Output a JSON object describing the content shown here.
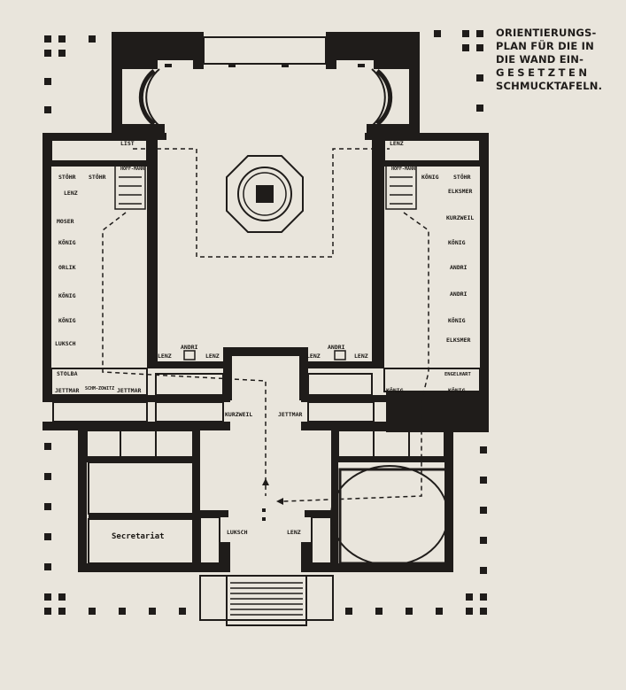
{
  "caption": {
    "lines": [
      "ORIENTIERUNGS-",
      "PLAN FÜR DIE IN",
      "DIE WAND EIN-",
      "GESETZTEN",
      "SCHMUCKTAFELN."
    ]
  },
  "rooms": {
    "secretariat": "Secretariat"
  },
  "plaques": {
    "top_left_lenz": "LIST",
    "top_right_lenz": "LENZ",
    "left_top_stoehr_1": "STÖHR",
    "left_top_stoehr_2": "STÖHR",
    "left_stair_hoffmann": "HOFF-MANN",
    "right_stair_hoffmann": "HOFF-MANN",
    "left_col": [
      "LENZ",
      "MOSER",
      "KÖNIG",
      "ORLIK",
      "KÖNIG",
      "KÖNIG",
      "LUKSCH",
      "STOLBA"
    ],
    "left_bottom": [
      "JETTMAR",
      "SCHM-ZOWITZ",
      "JETTMAR"
    ],
    "right_col": [
      "KÖNIG",
      "ELKSMER",
      "KURZWEIL",
      "KÖNIG",
      "ANDRI",
      "ANDRI",
      "KÖNIG",
      "ELKSMER",
      "ENGELHART",
      "KÖNIG"
    ],
    "right_top_stoehr": "STÖHR",
    "right_bottom_koenig": "KÖNIG",
    "center_left_andri": "ANDRI",
    "center_left_lenz_1": "LENZ",
    "center_left_lenz_2": "LENZ",
    "center_right_andri": "ANDRI",
    "center_right_lenz_1": "LENZ",
    "center_right_lenz_2": "LENZ",
    "hall_kurzweil": "KURZWEIL",
    "hall_jettmar": "JETTMAR",
    "entry_luksch": "LUKSCH",
    "entry_lenz": "LENZ"
  },
  "colors": {
    "paper": "#e9e5dc",
    "ink": "#1f1c1a"
  }
}
